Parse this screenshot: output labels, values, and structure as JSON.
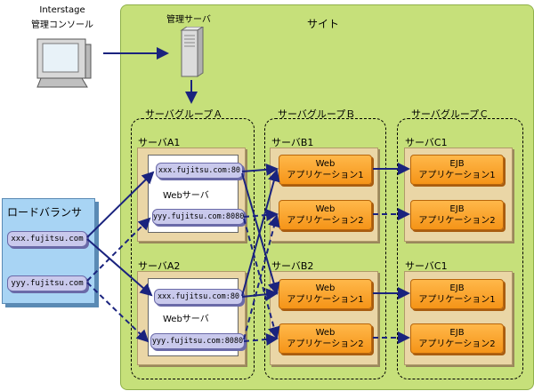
{
  "console": {
    "label1": "Interstage",
    "label2": "管理コンソール"
  },
  "admin": {
    "label": "管理サーバ"
  },
  "site": {
    "label": "サイト"
  },
  "lb": {
    "title": "ロードバランサ",
    "url1": "xxx.fujitsu.com",
    "url2": "yyy.fujitsu.com"
  },
  "groups": {
    "a": "サーバグループＡ",
    "b": "サーバグループＢ",
    "c": "サーバグループＣ"
  },
  "servers": {
    "a1": {
      "label": "サーバA1",
      "url1": "xxx.fujitsu.com:80",
      "web": "Webサーバ",
      "url2": "yyy.fujitsu.com:8080"
    },
    "a2": {
      "label": "サーバA2",
      "url1": "xxx.fujitsu.com:80",
      "web": "Webサーバ",
      "url2": "yyy.fujitsu.com:8080"
    },
    "b1": {
      "label": "サーバB1",
      "app1_line1": "Web",
      "app1_line2": "アプリケーション1",
      "app2_line1": "Web",
      "app2_line2": "アプリケーション2"
    },
    "b2": {
      "label": "サーバB2",
      "app1_line1": "Web",
      "app1_line2": "アプリケーション1",
      "app2_line1": "Web",
      "app2_line2": "アプリケーション2"
    },
    "c1": {
      "label": "サーバC1",
      "app1_line1": "EJB",
      "app1_line2": "アプリケーション1",
      "app2_line1": "EJB",
      "app2_line2": "アプリケーション2"
    },
    "c2": {
      "label": "サーバC1",
      "app1_line1": "EJB",
      "app1_line2": "アプリケーション1",
      "app2_line1": "EJB",
      "app2_line2": "アプリケーション2"
    }
  },
  "colors": {
    "arrow": "#1a237e",
    "site": "#c6e07a",
    "app": "#f59418",
    "url_box": "#c9c9ec",
    "load_balancer": "#a8d4f4"
  }
}
